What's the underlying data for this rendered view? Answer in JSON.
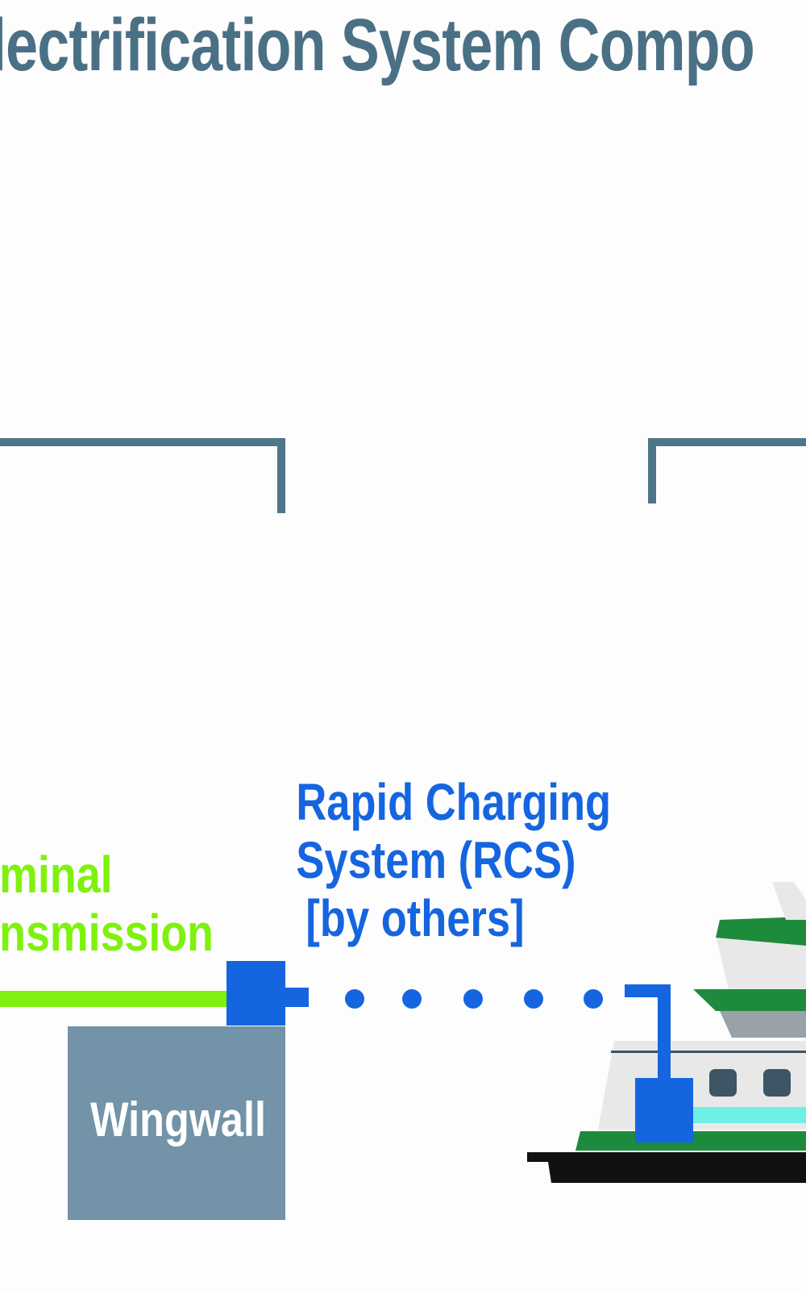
{
  "colors": {
    "title": "#4a7085",
    "bracket": "#4f7588",
    "rcs_blue": "#1565e0",
    "terminal_green": "#7ef20c",
    "wingwall_fill": "#7293a8",
    "wingwall_text": "#ffffff",
    "ferry_green": "#1e8a3c",
    "ferry_hull": "#111111",
    "ferry_light": "#e8e8e8",
    "ferry_grey": "#9aa2a8",
    "ferry_cyan": "#6ef0e6",
    "ferry_window": "#3d5565"
  },
  "title": "lectrification System Compo",
  "rcs": {
    "line1": "Rapid Charging",
    "line2": "System (RCS)",
    "line3": "[by others]"
  },
  "terminal": {
    "line1": "minal",
    "line2": "nsmission"
  },
  "wingwall": {
    "label": "Wingwall"
  }
}
